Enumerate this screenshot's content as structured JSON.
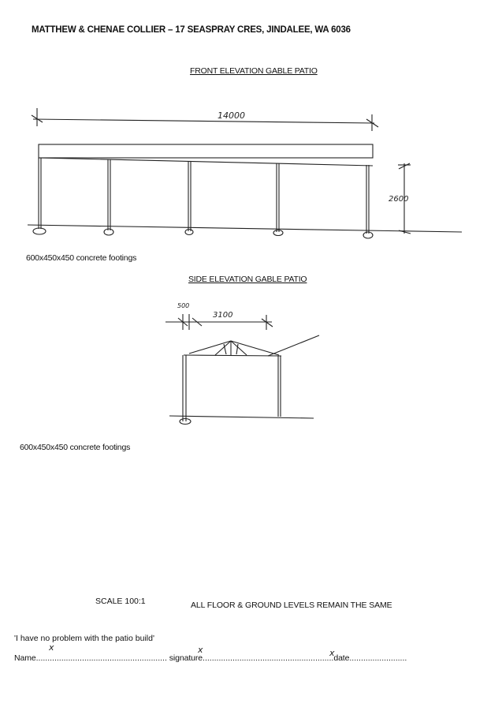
{
  "header": {
    "title": "MATTHEW & CHENAE COLLIER – 17 SEASPRAY CRES, JINDALEE, WA 6036"
  },
  "front": {
    "title": "FRONT ELEVATION GABLE PATIO",
    "width_dim": "14000",
    "height_dim": "2600",
    "footings": "600x450x450 concrete footings"
  },
  "side": {
    "title": "SIDE ELEVATION GABLE PATIO",
    "dim_left": "500",
    "dim_main": "3100",
    "footings": "600x450x450 concrete footings"
  },
  "footer": {
    "scale": "SCALE  100:1",
    "levels": "ALL FLOOR & GROUND LEVELS REMAIN THE SAME",
    "quote": "'I have no problem with the patio build'",
    "name_label": "Name",
    "name_dots": ".........................................................",
    "signature_label": "signature",
    "signature_dots": ".........................................................",
    "date_label": "date",
    "date_dots": ".........................",
    "mark": "x"
  }
}
